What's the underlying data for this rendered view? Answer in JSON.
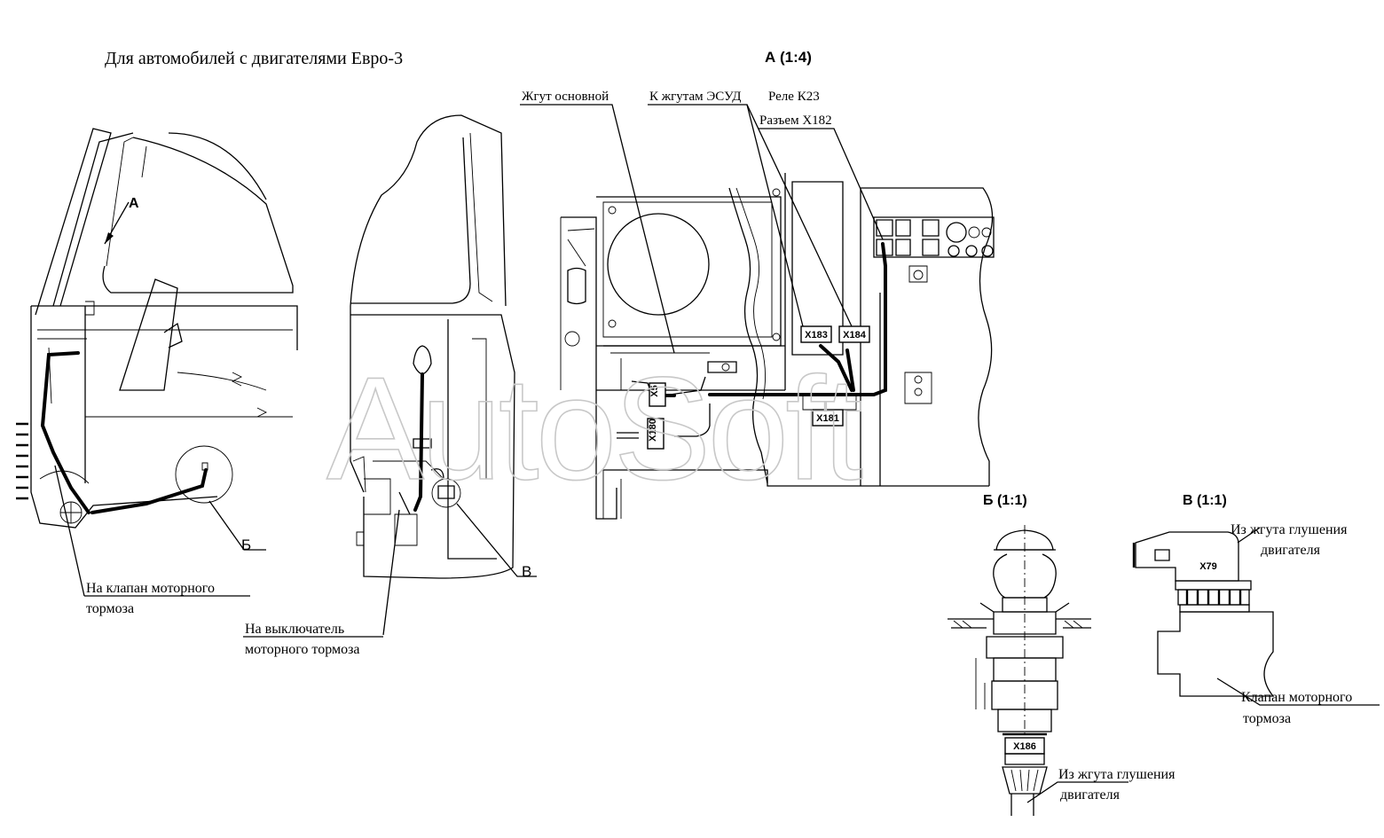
{
  "page_title": "Для автомобилей с двигателями Евро-3",
  "watermark": "AutoSoft",
  "views": {
    "view_a": "А  (1:4)",
    "view_b": "Б  (1:1)",
    "view_v": "В  (1:1)"
  },
  "callouts": {
    "main_harness": "Жгут основной",
    "to_esud": "К жгутам ЭСУД",
    "relay_k23": "Реле К23",
    "connector_x182": "Разъем Х182",
    "to_valve_line1": "На клапан моторного",
    "to_valve_line2": "тормоза",
    "to_switch_line1": "На выключатель",
    "to_switch_line2": "моторного тормоза",
    "from_harness_b_line1": "Из жгута глушения",
    "from_harness_b_line2": "двигателя",
    "from_harness_v_line1": "Из жгута глушения",
    "from_harness_v_line2": "двигателя",
    "valve_line1": "Клапан моторного",
    "valve_line2": "тормоза"
  },
  "markers": {
    "arrow_a": "А",
    "circle_b": "Б",
    "circle_v": "В"
  },
  "connectors": {
    "x183": "X183",
    "x184": "X184",
    "x181": "X181",
    "x5": "X5",
    "x180": "X180",
    "x186": "X186",
    "x79": "X79"
  }
}
